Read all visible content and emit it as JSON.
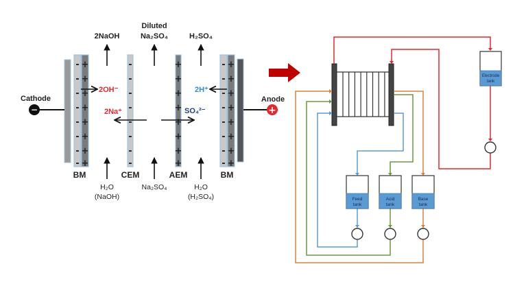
{
  "left_panel": {
    "cathode_label": "Cathode",
    "cathode_sign": "−",
    "anode_label": "Anode",
    "anode_sign": "+",
    "top_outputs": [
      {
        "id": "naoh",
        "line1": "",
        "line2": "2NaOH"
      },
      {
        "id": "diluted",
        "line1": "Diluted",
        "line2": "Na₂SO₄"
      },
      {
        "id": "h2so4",
        "line1": "",
        "line2": "H₂SO₄"
      }
    ],
    "membranes": [
      {
        "id": "bm-left",
        "label": "BM"
      },
      {
        "id": "cem",
        "label": "CEM"
      },
      {
        "id": "aem",
        "label": "AEM"
      },
      {
        "id": "bm-right",
        "label": "BM"
      }
    ],
    "bottom_inputs": [
      {
        "id": "water-naoh",
        "line1": "H₂O",
        "line2": "(NaOH)"
      },
      {
        "id": "feed",
        "line1": "Na₂SO₄",
        "line2": ""
      },
      {
        "id": "water-h2so4",
        "line1": "H₂O",
        "line2": "(H₂SO₄)"
      }
    ],
    "ions": {
      "hydroxide": "2OH⁻",
      "sodium": "2Na⁺",
      "sulfate": "SO₄²⁻",
      "proton": "2H⁺"
    },
    "neg_sign": "-",
    "pos_sign": "+"
  },
  "right_panel": {
    "tanks": [
      {
        "id": "feed",
        "label_line1": "Feed",
        "label_line2": "tank"
      },
      {
        "id": "acid",
        "label_line1": "Acid",
        "label_line2": "tank"
      },
      {
        "id": "base",
        "label_line1": "Base",
        "label_line2": "tank"
      },
      {
        "id": "electrode",
        "label_line1": "Electrode",
        "label_line2": "tank"
      }
    ]
  },
  "colors": {
    "electrode_loop": "#e8262c",
    "feed_loop": "#5b9bd5",
    "acid_loop": "#6a9a3c",
    "base_loop": "#d9823b",
    "tank_fill": "#5b9bd5",
    "big_arrow": "#c00000",
    "hydroxide_text": "#e8262c",
    "sodium_text": "#e8262c",
    "proton_text": "#2e8bd0",
    "sulfate_text": "#1f3f8f"
  }
}
